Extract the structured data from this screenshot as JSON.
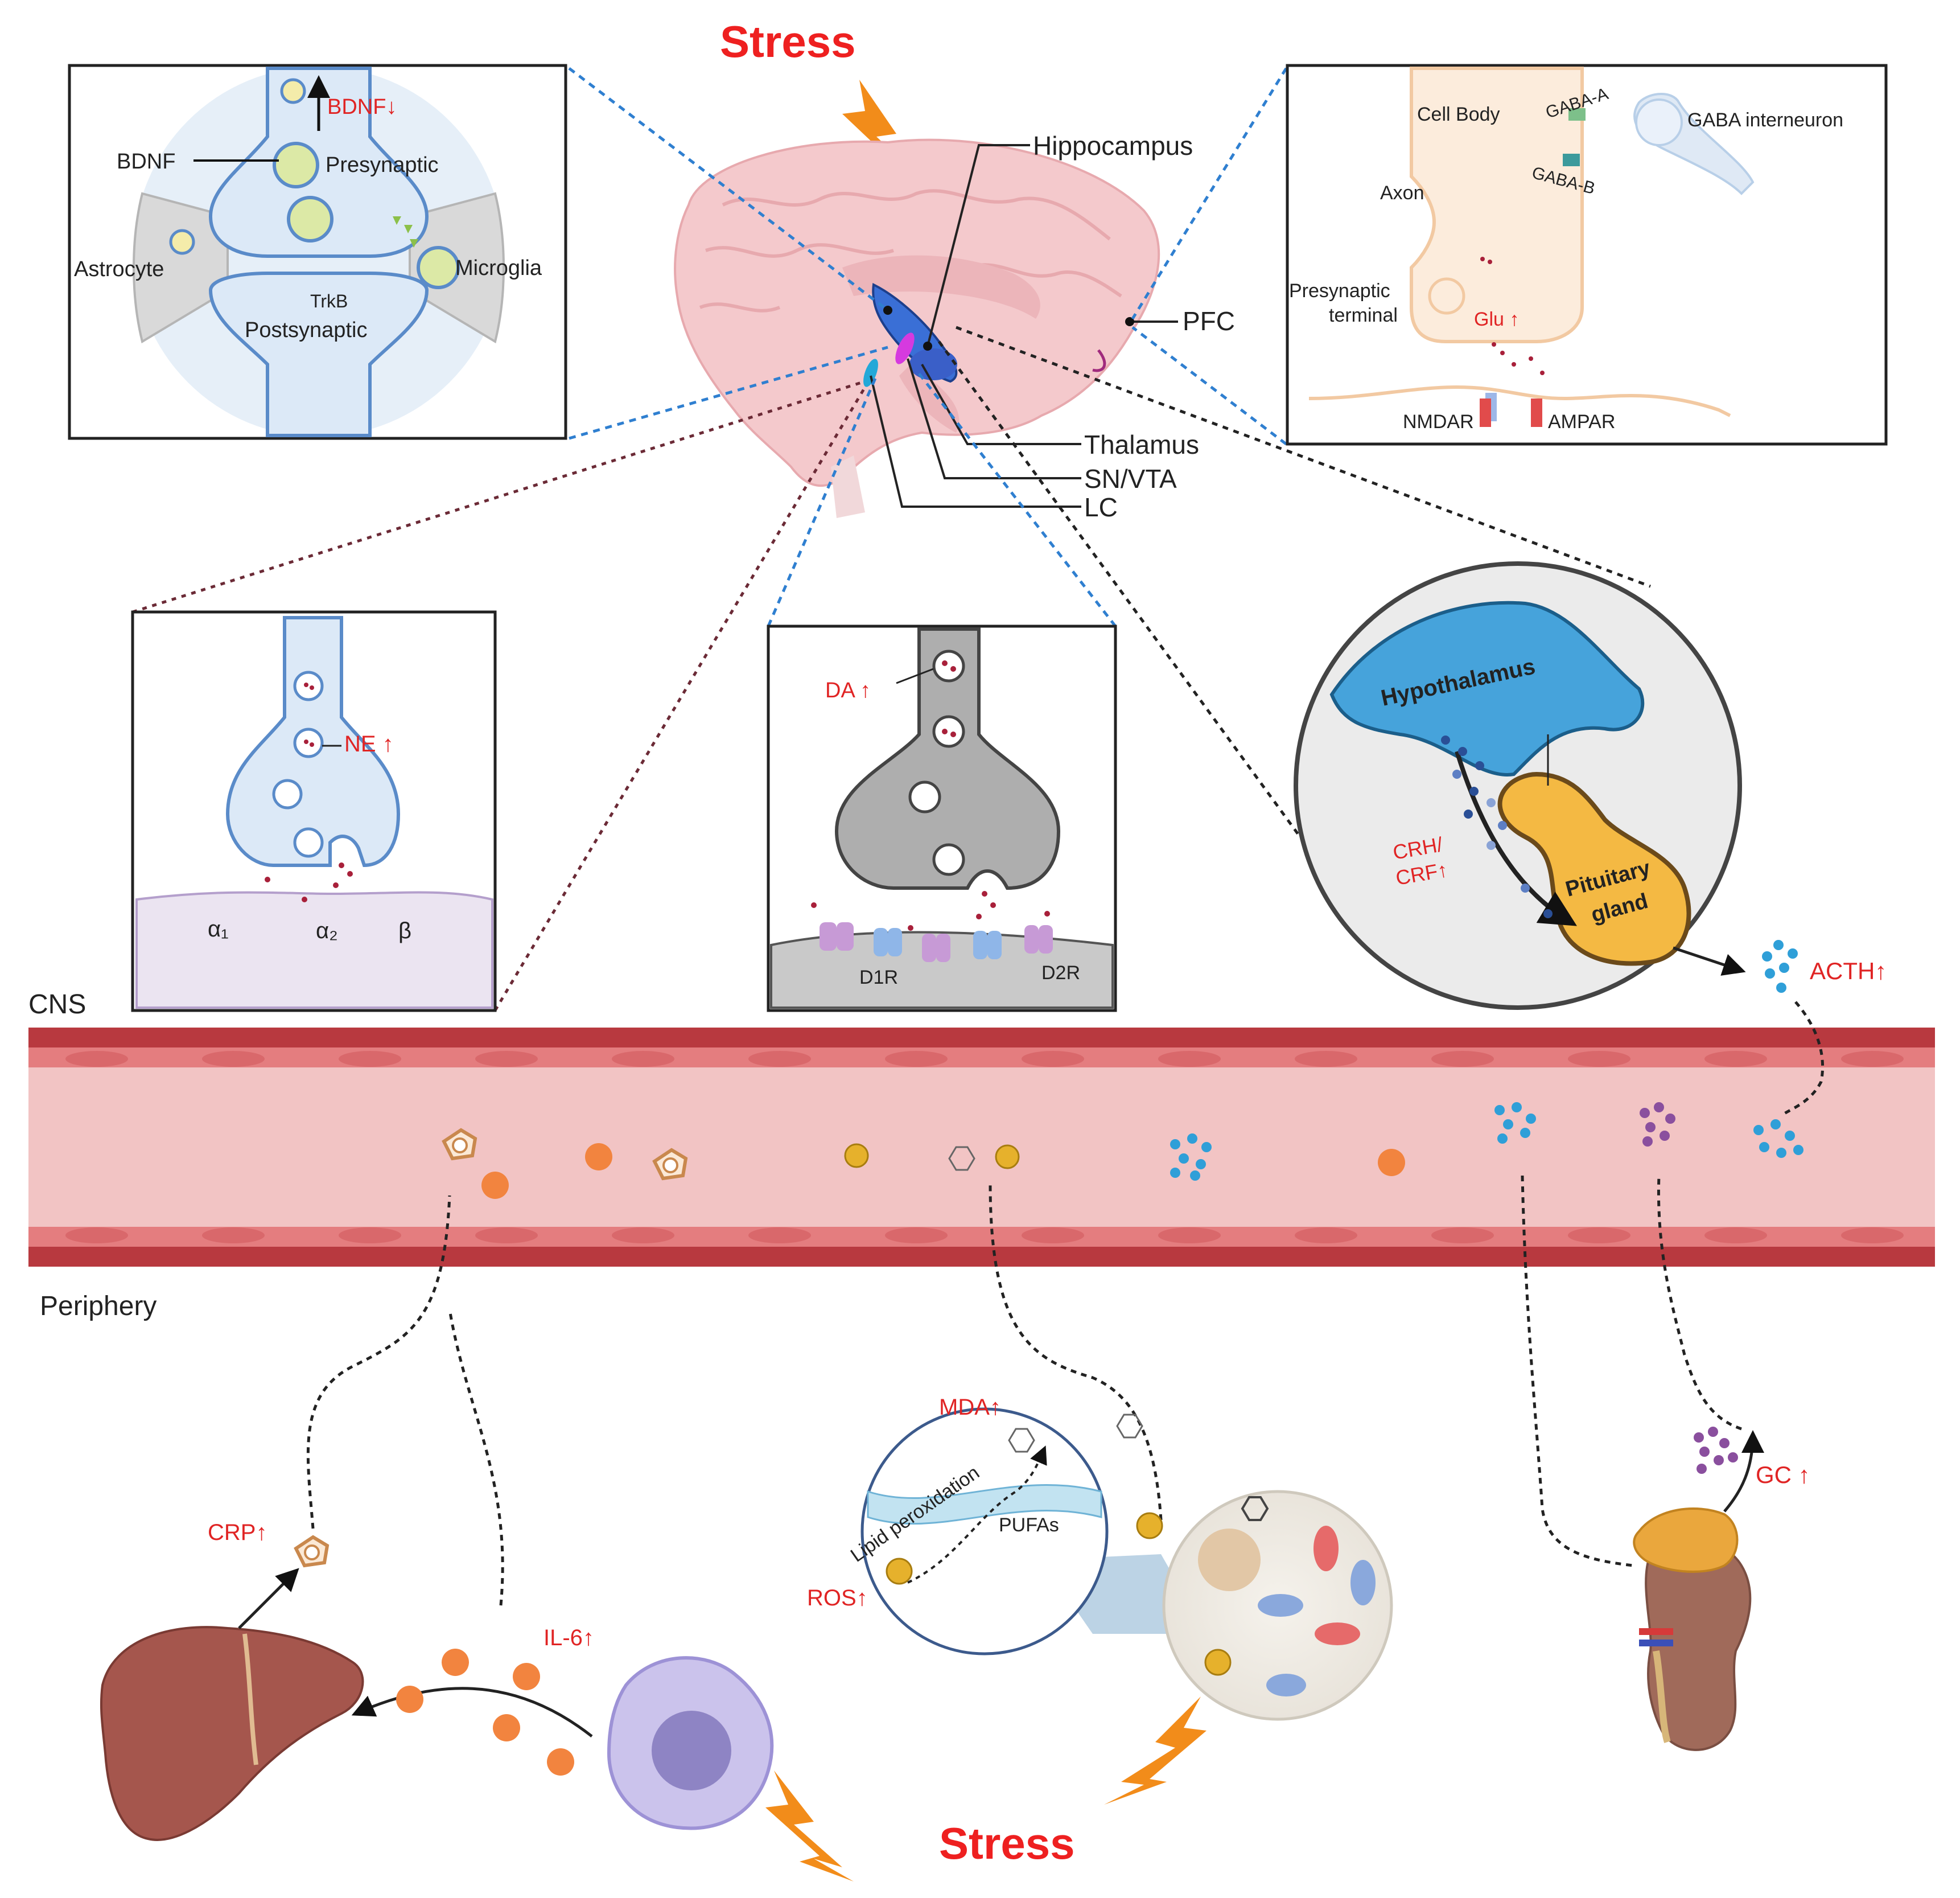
{
  "stress_top": "Stress",
  "stress_bottom": "Stress",
  "brain_labels": {
    "hippocampus": "Hippocampus",
    "pfc": "PFC",
    "thalamus": "Thalamus",
    "sn_vta": "SN/VTA",
    "lc": "LC"
  },
  "bdnf_panel": {
    "bdnf_change": "BDNF↓",
    "bdnf": "BDNF",
    "presynaptic": "Presynaptic",
    "astrocyte": "Astrocyte",
    "microglia": "Microglia",
    "trkb": "TrkB",
    "postsynaptic": "Postsynaptic"
  },
  "glu_panel": {
    "cell_body": "Cell Body",
    "gaba_a": "GABA-A",
    "gaba_b": "GABA-B",
    "gaba_interneuron": "GABA interneuron",
    "axon": "Axon",
    "presynaptic_terminal_1": "Presynaptic",
    "presynaptic_terminal_2": "terminal",
    "glu": "Glu ↑",
    "nmdar": "NMDAR",
    "ampar": "AMPAR"
  },
  "ne_panel": {
    "ne": "NE ↑",
    "alpha1": "α₁",
    "alpha2": "α₂",
    "beta": "β"
  },
  "da_panel": {
    "da": "DA ↑",
    "d1r": "D1R",
    "d2r": "D2R"
  },
  "hpa_panel": {
    "hypothalamus": "Hypothalamus",
    "pituitary_1": "Pituitary",
    "pituitary_2": "gland",
    "crh_1": "CRH/",
    "crh_2": "CRF↑",
    "acth": "ACTH↑"
  },
  "regions": {
    "cns": "CNS",
    "periphery": "Periphery"
  },
  "periphery": {
    "crp": "CRP↑",
    "il6": "IL-6↑",
    "mda": "MDA↑",
    "lipid_peroxidation": "Lipid peroxidation",
    "pufas": "PUFAs",
    "ros": "ROS↑",
    "gc": "GC ↑"
  },
  "colors": {
    "stress_red": "#ee2020",
    "label_red": "#e02424",
    "vessel_wall": "#b8393f",
    "vessel_lumen": "#f2c4c4",
    "brain_pink": "#f4c9cc",
    "bolt_orange": "#f28c1a"
  }
}
